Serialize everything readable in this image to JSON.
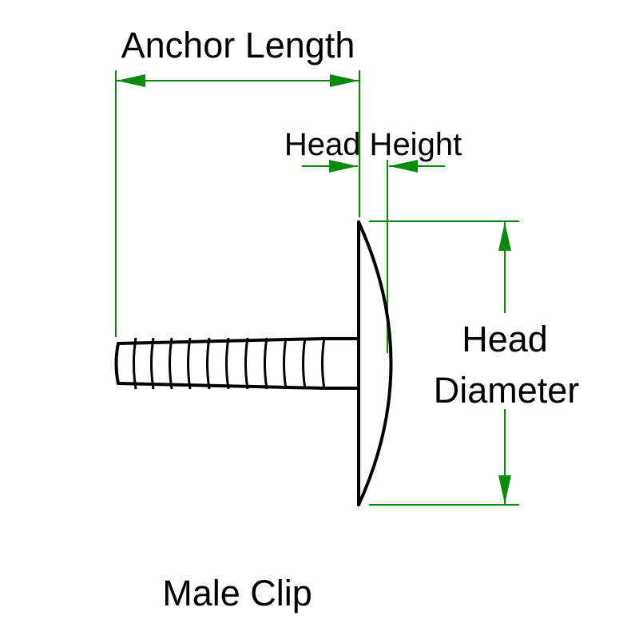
{
  "labels": {
    "anchor_length": "Anchor Length",
    "head_height": "Head Height",
    "head_diameter_line1": "Head",
    "head_diameter_line2": "Diameter",
    "caption": "Male Clip"
  },
  "colors": {
    "dimension": "#0a8a0a",
    "outline": "#000000",
    "background": "#ffffff"
  }
}
